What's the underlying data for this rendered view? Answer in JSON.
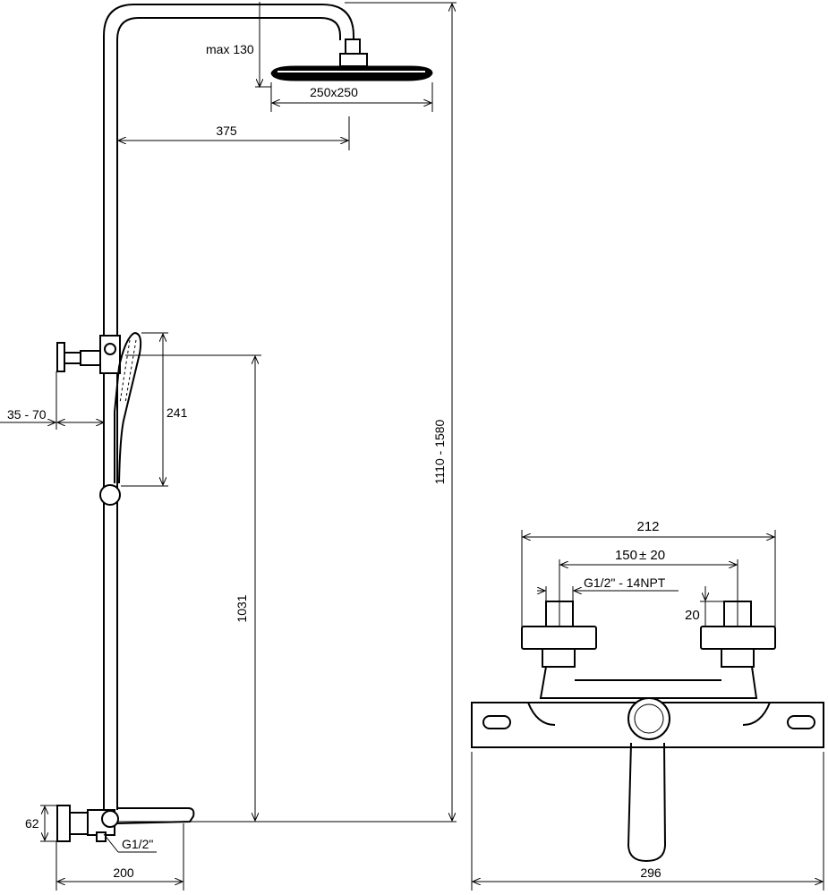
{
  "side_view": {
    "head_height_label": "max 130",
    "head_size_label": "250x250",
    "arm_length_label": "375",
    "hand_shower_label": "241",
    "wall_distance_label": "35 - 70",
    "slide_height_label": "1031",
    "total_height_label": "1110 - 1580",
    "mixer_height_label": "62",
    "connection_label": "G1/2\"",
    "spout_length_label": "200"
  },
  "front_view": {
    "total_width_label": "212",
    "center_distance_label": "150",
    "center_tolerance_label": "± 20",
    "thread_label": "G1/2\" - 14NPT",
    "thread_depth_label": "20",
    "body_width_label": "296"
  }
}
